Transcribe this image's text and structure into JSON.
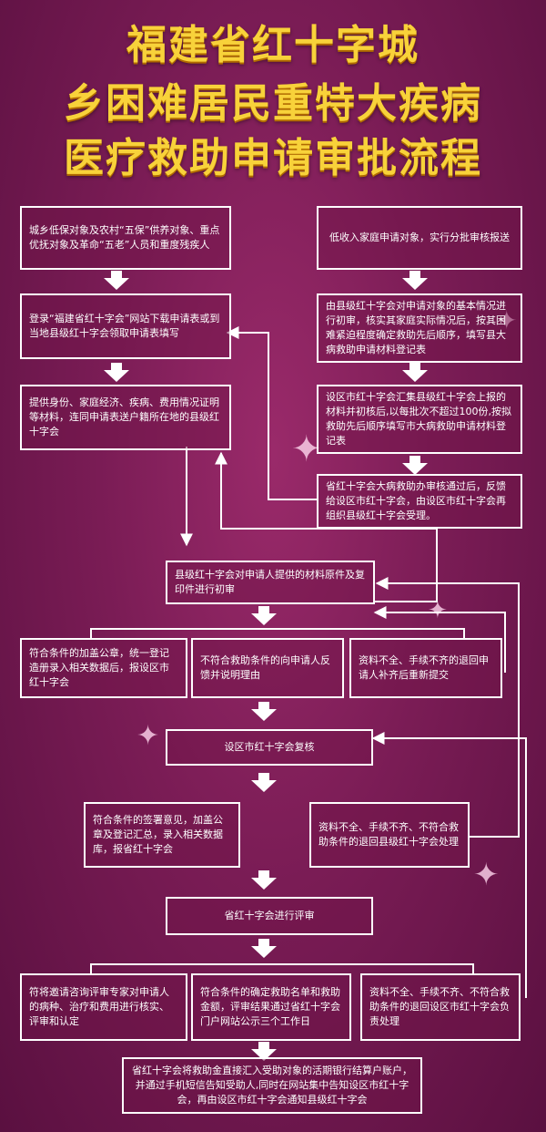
{
  "title_lines": [
    "福建省红十字城",
    "乡困难居民重特大疾病",
    "医疗救助申请审批流程"
  ],
  "boxes": {
    "urban_rural_eligible": "城乡低保对象及农村“五保”供养对象、重点优抚对象及革命“五老”人员和重度残疾人",
    "low_income_households": "低收入家庭申请对象，实行分批审核报送",
    "register_download_form": "登录“福建省红十字会”网站下载申请表或到当地县级红十字会领取申请表填写",
    "county_preliminary_review": "由县级红十字会对申请对象的基本情况进行初审，核实其家庭实际情况后，按其困难紧迫程度确定救助先后顺序，填写县大病救助申请材料登记表",
    "submit_documents": "提供身份、家庭经济、疾病、费用情况证明等材料，连同申请表送户籍所在地的县级红十字会",
    "city_compile_report": "设区市红十字会汇集县级红十字会上报的材料并初核后,以每批次不超过100份,按拟救助先后顺序填写市大病救助申请材料登记表",
    "provincial_feedback": "省红十字会大病救助办审核通过后，反馈给设区市红十字会，由设区市红十字会再组织县级红十字会受理。",
    "county_initial_review": "县级红十字会对申请人提供的材料原件及复印件进行初审",
    "eligible_seal_register": "符合条件的加盖公章，统一登记造册录入相关数据后，报设区市红十字会",
    "ineligible_feedback": "不符合救助条件的向申请人反馈并说明理由",
    "incomplete_resubmit": "资料不全、手续不齐的退回申请人补齐后重新提交",
    "city_recheck": "设区市红十字会复核",
    "eligible_sign_opinion": "符合条件的签署意见，加盖公章及登记汇总，录入相关数据库，报省红十字会",
    "city_return_county": "资料不全、手续不齐、不符合救助条件的退回县级红十字会处理",
    "provincial_evaluation": "省红十字会进行评审",
    "expert_verification": "符将邀请咨询评审专家对申请人的病种、治疗和费用进行核实、评审和认定",
    "determine_aid_list": "符合条件的确定救助名单和救助金额，评审结果通过省红十字会门户网站公示三个工作日",
    "provincial_return_city": "资料不全、手续不齐、不符合救助条件的退回设区市红十字会负责处理",
    "disburse_funds": "省红十字会将救助金直接汇入受助对象的活期银行结算户账户，并通过手机短信告知受助人,同时在网站集中告知设区市红十字会，再由设区市红十字会通知县级红十字会"
  },
  "colors": {
    "title": "#f8d23a",
    "background": "#7a1c55",
    "box_border": "#ffffff",
    "connector": "#ffffff"
  }
}
